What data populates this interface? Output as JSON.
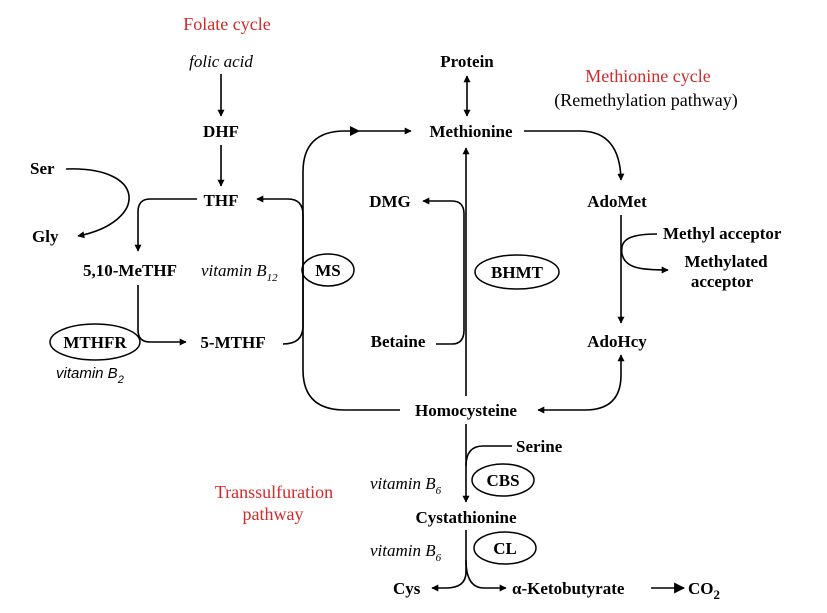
{
  "titles": {
    "folate_cycle": "Folate cycle",
    "methionine_cycle": "Methionine cycle",
    "remethylation": "(Remethylation pathway)",
    "transsulfuration_1": "Transsulfuration",
    "transsulfuration_2": "pathway"
  },
  "nodes": {
    "folic_acid": "folic acid",
    "dhf": "DHF",
    "thf": "THF",
    "ser": "Ser",
    "gly": "Gly",
    "methylene_thf": "5,10-MeTHF",
    "methyl_thf": "5-MTHF",
    "protein": "Protein",
    "methionine": "Methionine",
    "dmg": "DMG",
    "betaine": "Betaine",
    "homocysteine": "Homocysteine",
    "adomet": "AdoMet",
    "adohcy": "AdoHcy",
    "methyl_acceptor": "Methyl acceptor",
    "methylated_1": "Methylated",
    "methylated_2": "acceptor",
    "serine": "Serine",
    "cystathionine": "Cystathionine",
    "cys": "Cys",
    "ketobutyrate": "α-Ketobutyrate",
    "co2_base": "CO",
    "co2_sub": "2"
  },
  "enzymes": {
    "mthfr": "MTHFR",
    "ms": "MS",
    "bhmt": "BHMT",
    "cbs": "CBS",
    "cl": "CL"
  },
  "cofactors": {
    "b12_base": "vitamin B",
    "b12_sub": "12",
    "b2_base": "vitamin B",
    "b2_sub": "2",
    "b6_cbs_base": "vitamin B",
    "b6_cbs_sub": "6",
    "b6_cl_base": "vitamin B",
    "b6_cl_sub": "6"
  }
}
